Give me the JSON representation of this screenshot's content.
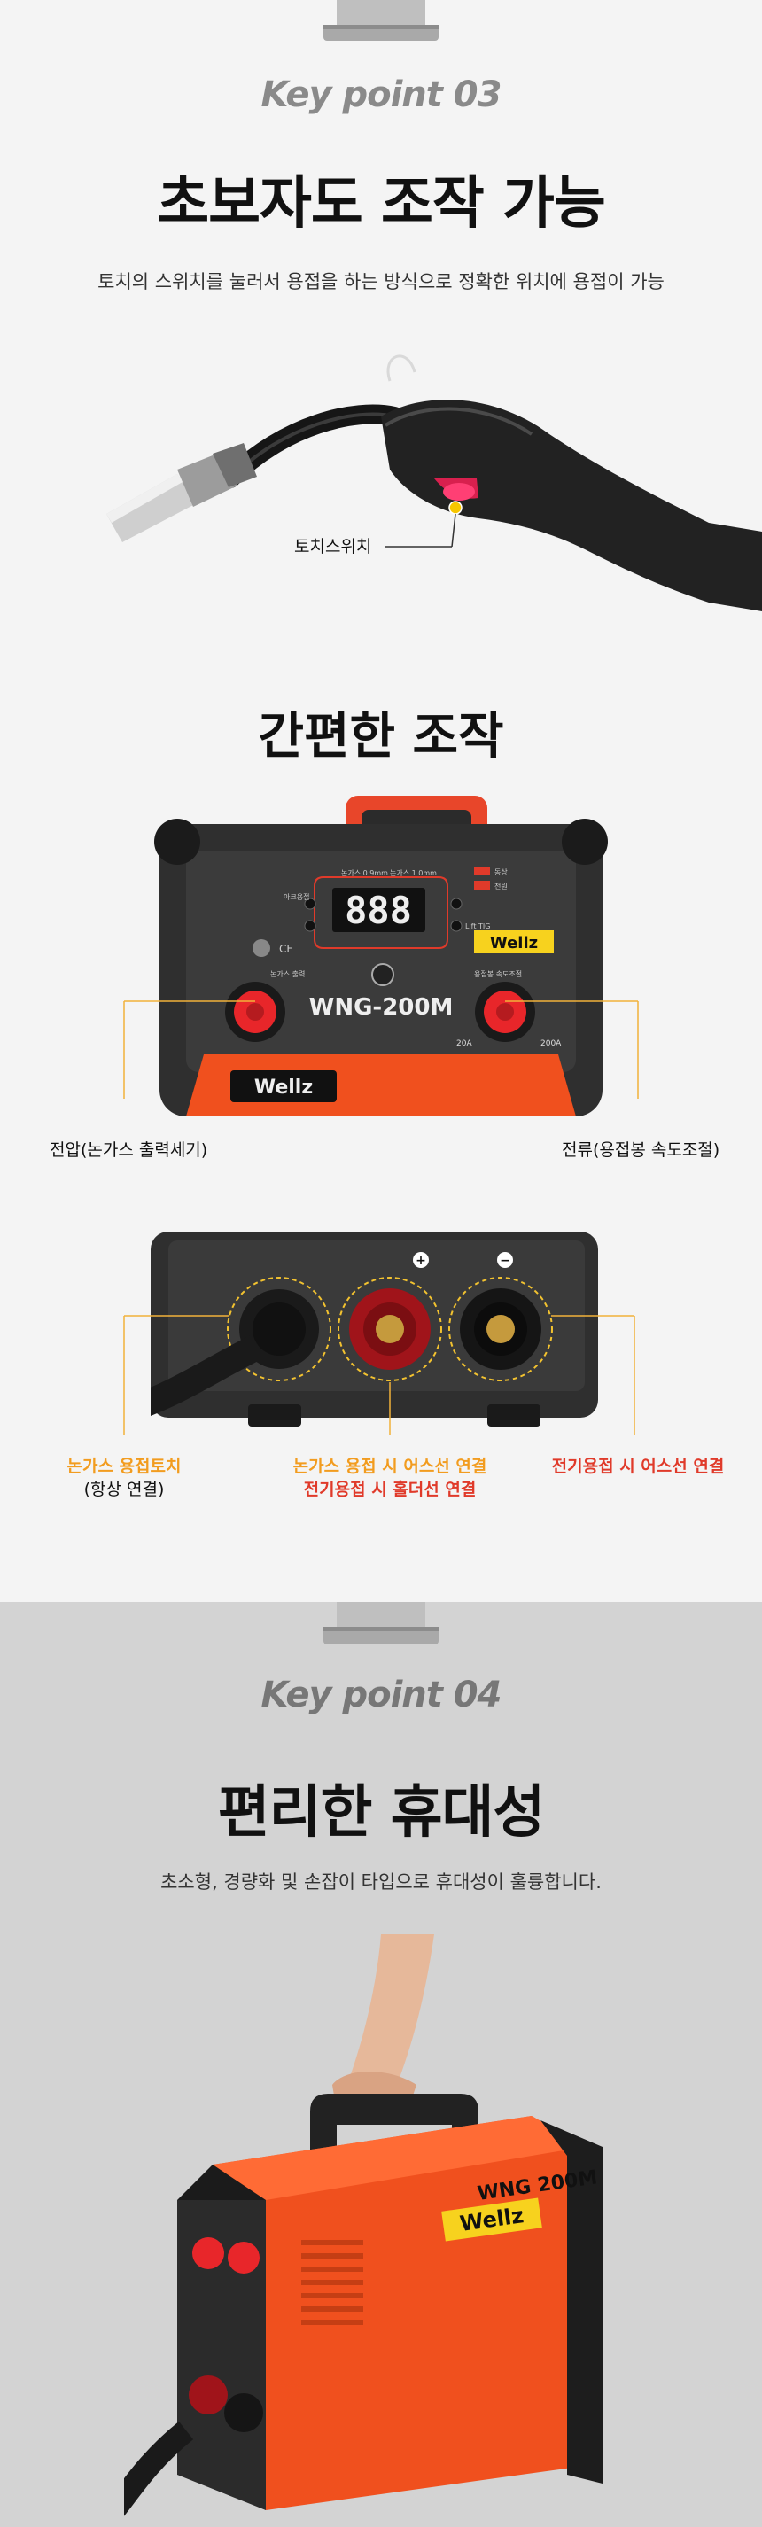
{
  "section1": {
    "key_point": "Key point 03",
    "title": "초보자도 조작 가능",
    "description": "토치의 스위치를 눌러서 용접을 하는 방식으로 정확한 위치에 용접이 가능",
    "torch_switch_label": "토치스위치",
    "subtitle": "간편한 조작",
    "panel": {
      "display": "888",
      "brand": "Wellz",
      "model": "WNG-200M",
      "gas1": "논가스 0.9mm",
      "gas2": "논가스 1.0mm",
      "arc": "아크용접",
      "lift": "Lift TIG",
      "amp_min": "20A",
      "amp_max": "200A",
      "knob_left_label": "논가스 출력",
      "knob_right_label": "용접봉 속도조절",
      "indicator1": "동상",
      "indicator2": "전원"
    },
    "label_voltage": "전압(논가스 출력세기)",
    "label_current": "전류(용접봉 속도조절)",
    "label_torch_a": "논가스 용접토치",
    "label_torch_b": "(항상 연결)",
    "label_mid_a": "논가스 용접 시 어스선 연결",
    "label_mid_b": "전기용접 시 홀더선 연결",
    "label_right": "전기용접 시 어스선 연결"
  },
  "section2": {
    "key_point": "Key point 04",
    "title": "편리한 휴대성",
    "description": "초소형, 경량화 및 손잡이 타입으로 휴대성이 훌륭합니다.",
    "machine_brand": "Wellz",
    "machine_model": "WNG 200M"
  },
  "colors": {
    "orange": "#f29c1f",
    "red": "#e03a2a",
    "machine": "#f0501e"
  }
}
